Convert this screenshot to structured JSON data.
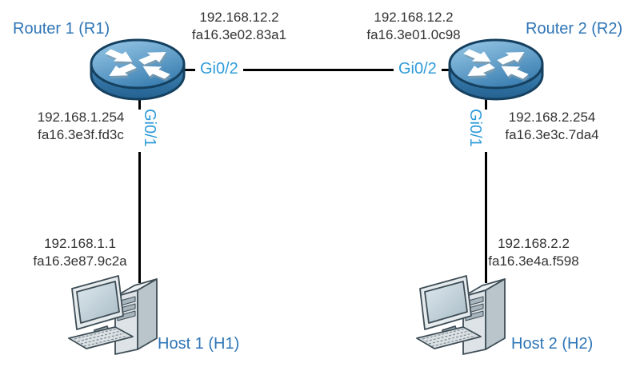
{
  "diagram": {
    "title_colors": {
      "device_label": "#2e75b6",
      "interface_label": "#2f9cd9",
      "address_text": "#333333",
      "link_line": "#000000"
    },
    "routers": [
      {
        "id": "r1",
        "label": "Router 1 (R1)",
        "wan": {
          "ip": "192.168.12.2",
          "mac": "fa16.3e02.83a1",
          "interface": "Gi0/2"
        },
        "lan": {
          "ip": "192.168.1.254",
          "mac": "fa16.3e3f.fd3c",
          "interface": "Gi0/1"
        }
      },
      {
        "id": "r2",
        "label": "Router 2 (R2)",
        "wan": {
          "ip": "192.168.12.2",
          "mac": "fa16.3e01.0c98",
          "interface": "Gi0/2"
        },
        "lan": {
          "ip": "192.168.2.254",
          "mac": "fa16.3e3c.7da4",
          "interface": "Gi0/1"
        }
      }
    ],
    "hosts": [
      {
        "id": "h1",
        "label": "Host 1 (H1)",
        "ip": "192.168.1.1",
        "mac": "fa16.3e87.9c2a"
      },
      {
        "id": "h2",
        "label": "Host 2 (H2)",
        "ip": "192.168.2.2",
        "mac": "fa16.3e4a.f598"
      }
    ],
    "links": [
      {
        "from": "r1 Gi0/2",
        "to": "r2 Gi0/2"
      },
      {
        "from": "r1 Gi0/1",
        "to": "h1"
      },
      {
        "from": "r2 Gi0/1",
        "to": "h2"
      }
    ]
  }
}
